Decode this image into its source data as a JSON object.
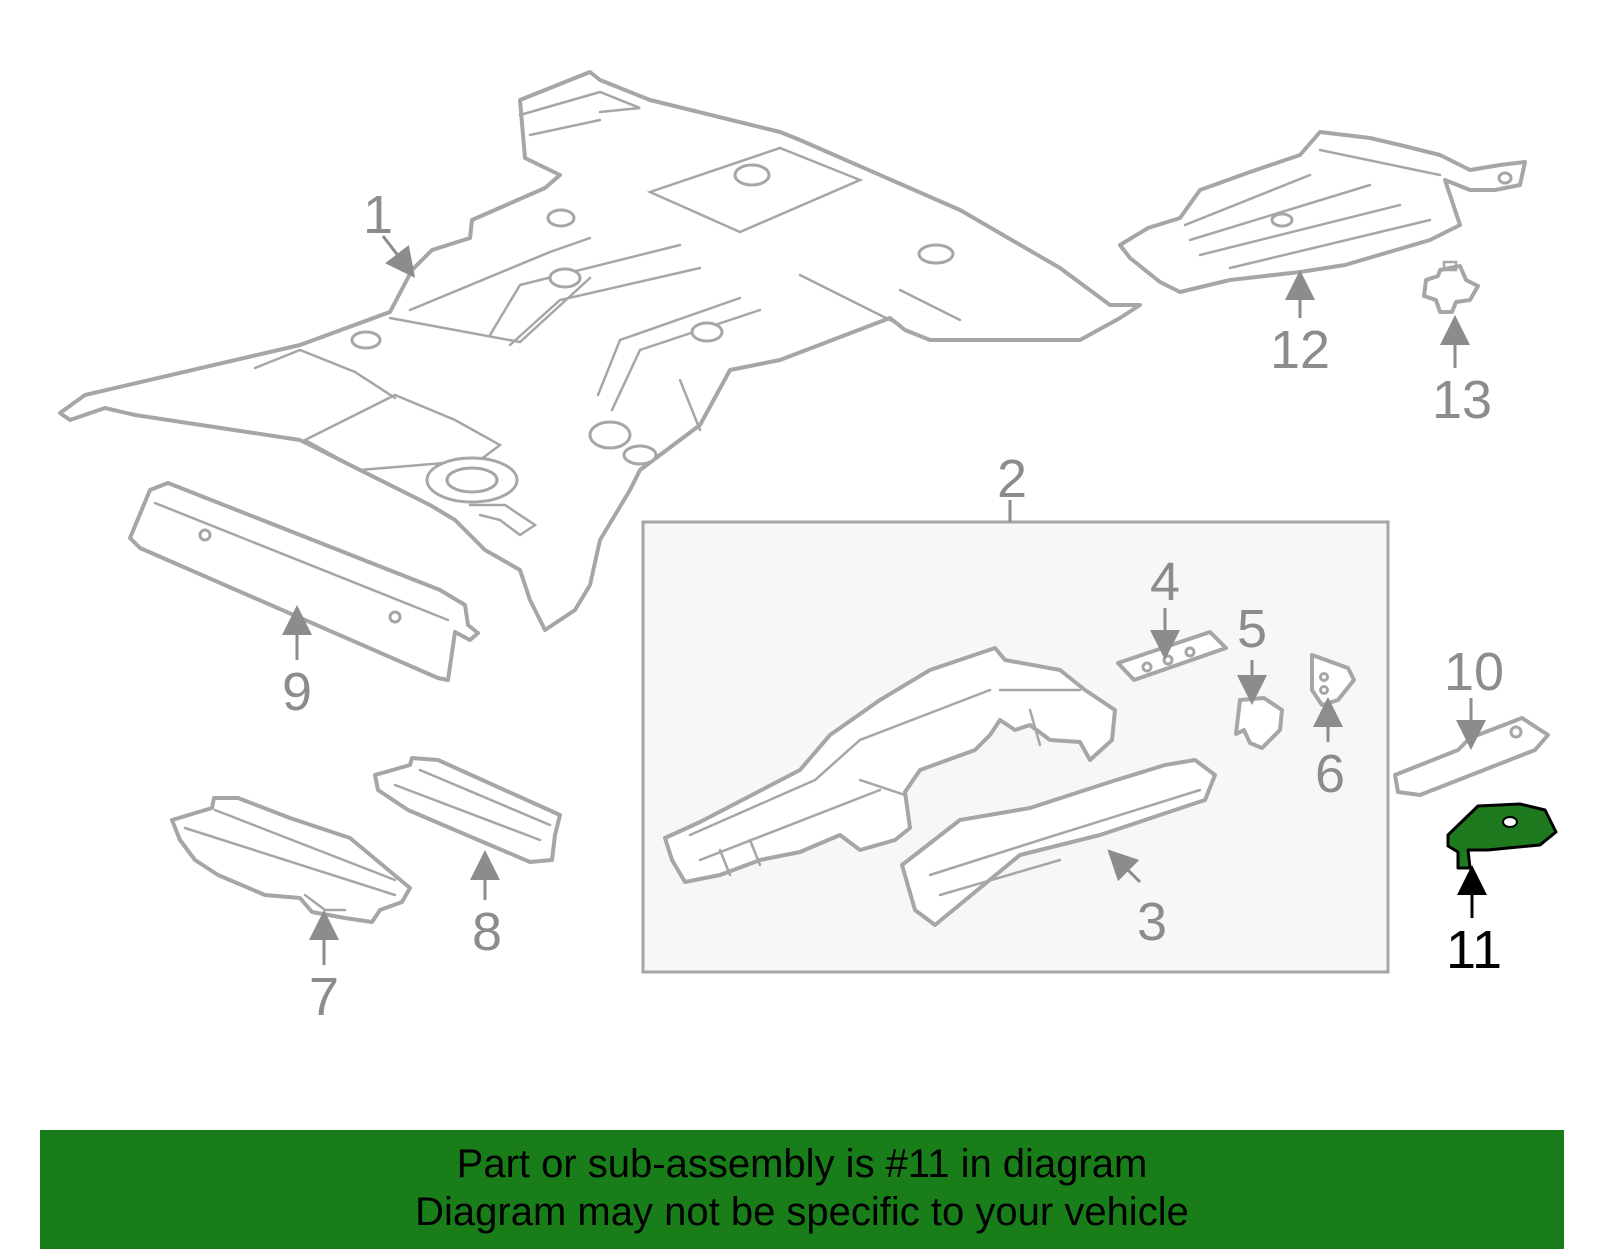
{
  "callouts": {
    "c1": "1",
    "c2": "2",
    "c3": "3",
    "c4": "4",
    "c5": "5",
    "c6": "6",
    "c7": "7",
    "c8": "8",
    "c9": "9",
    "c10": "10",
    "c11": "11",
    "c12": "12",
    "c13": "13"
  },
  "highlight": {
    "part_number": "11",
    "color": "#1f7a1f"
  },
  "banner": {
    "line1": "Part or sub-assembly is #11 in diagram",
    "line2": "Diagram may not be specific to your vehicle",
    "background": "#197d19"
  }
}
